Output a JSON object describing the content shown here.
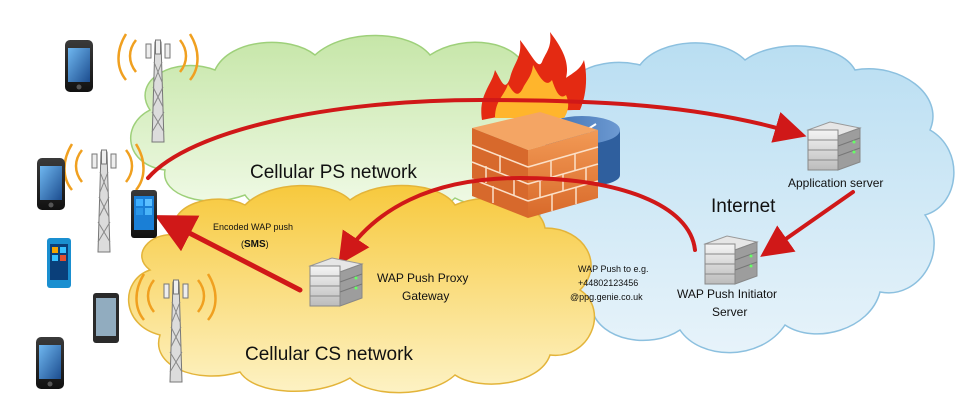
{
  "clouds": {
    "ps_label": "Cellular PS network",
    "cs_label": "Cellular CS network",
    "internet_label": "Internet"
  },
  "nodes": {
    "application_server": "Application server",
    "wap_push_proxy": [
      "WAP Push Proxy",
      "Gateway"
    ],
    "wap_push_initiator": [
      "WAP Push Initiator",
      "Server"
    ]
  },
  "annotations": {
    "encoded_push": [
      "Encoded WAP push",
      "SMS"
    ],
    "push_target": [
      "WAP Push to e.g.",
      "+44802123456",
      "@ppg.genie.co.uk"
    ]
  },
  "colors": {
    "ps_cloud": "#d8f0c0",
    "cs_cloud": "#f9d75a",
    "internet_cloud": "#a9d2ea",
    "arrow": "#d01818",
    "firewall": "#e8833a"
  }
}
